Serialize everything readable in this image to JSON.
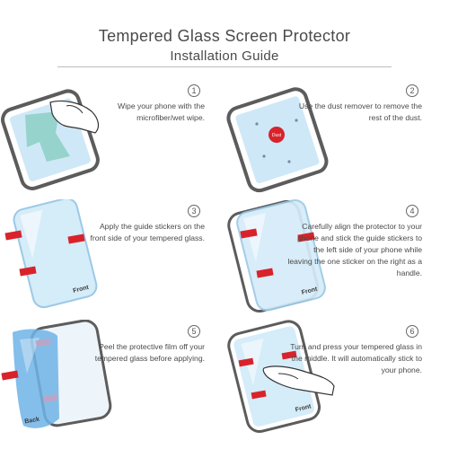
{
  "header": {
    "title": "Tempered Glass Screen Protector",
    "subtitle": "Installation Guide"
  },
  "colors": {
    "accent_red": "#d8232a",
    "glass_blue": "#a9d6f0",
    "phone_gray": "#5c5c5c"
  },
  "steps": [
    {
      "number": "1",
      "text": "Wipe your phone with the microfiber/wet wipe."
    },
    {
      "number": "2",
      "text": "Use the dust remover to remove the rest of the dust.",
      "sticker_label": "Dust"
    },
    {
      "number": "3",
      "text": "Apply the guide stickers on the front side of your tempered glass.",
      "glass_label": "Front"
    },
    {
      "number": "4",
      "text": "Carefully align the protector to your phone and stick the guide stickers to the left side of your phone while leaving the one sticker on the right as a handle.",
      "glass_label": "Front"
    },
    {
      "number": "5",
      "text": "Peel the protective film off your tempered glass before applying.",
      "glass_label": "Back"
    },
    {
      "number": "6",
      "text": "Turn and press your tempered glass in the middle. It will automatically stick to your phone.",
      "glass_label": "Front"
    }
  ]
}
